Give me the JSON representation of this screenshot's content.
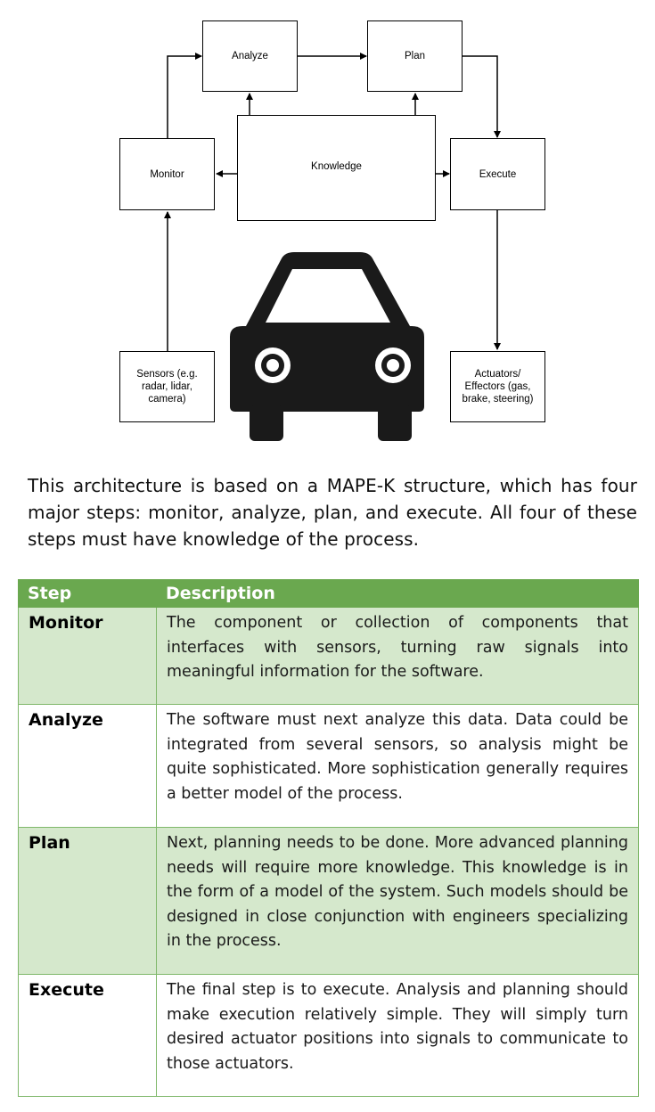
{
  "diagram": {
    "nodes": {
      "analyze": "Analyze",
      "plan": "Plan",
      "monitor": "Monitor",
      "knowledge": "Knowledge",
      "execute": "Execute",
      "sensors": "Sensors (e.g. radar, lidar, camera)",
      "actuators": "Actuators/ Effectors (gas, brake, steering)"
    },
    "car_icon": "car-icon"
  },
  "intro_text": "This architecture is based on a MAPE-K structure, which has four major steps: monitor, analyze, plan, and execute. All four of these steps must have knowledge of the process.",
  "table": {
    "header_color": "#6aa84f",
    "row_shade_color": "#d5e8cc",
    "headers": {
      "step": "Step",
      "description": "Description"
    },
    "rows": [
      {
        "step": "Monitor",
        "description": "The component or collection of components that interfaces with sensors, turning raw signals into meaningful information for the software."
      },
      {
        "step": "Analyze",
        "description": "The software must next analyze this data. Data could be integrated from several sensors, so analysis might be quite sophisticated. More sophistication generally requires a better model of the process."
      },
      {
        "step": "Plan",
        "description": "Next, planning needs to be done. More advanced planning needs will require more knowledge. This knowledge is in the form of a model of the system. Such models should be designed in close conjunction with engineers specializing in the process."
      },
      {
        "step": "Execute",
        "description": "The final step is to execute. Analysis and planning should make execution relatively simple. They will simply turn desired actuator positions into signals to communicate to those actuators."
      }
    ]
  }
}
